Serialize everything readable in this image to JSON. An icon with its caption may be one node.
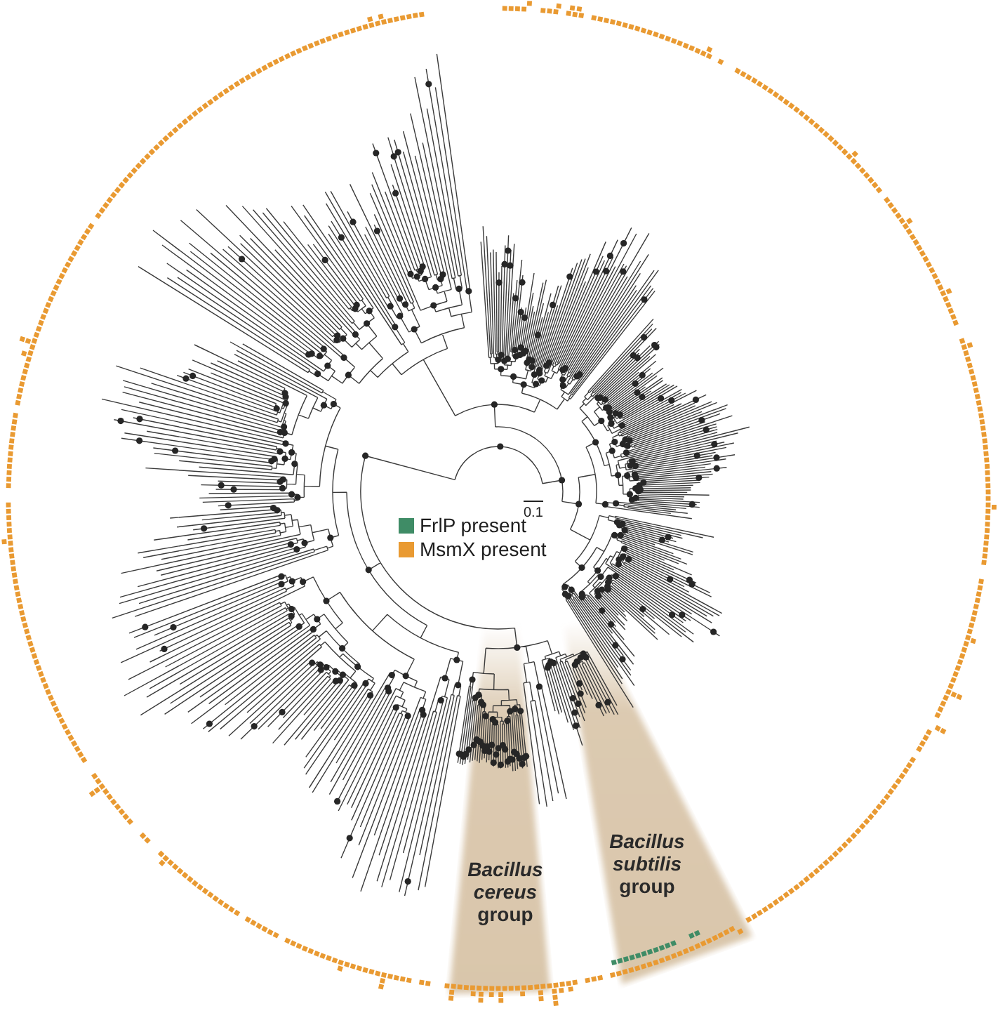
{
  "diagram": {
    "nodes": [
      {
        "text": [
          "*Bacillus cereus* group"
        ]
      },
      {
        "text": [
          "*Bacillus subtilis* group"
        ]
      }
    ],
    "labels": [
      "0.1"
    ],
    "legend": [
      {
        "text": "FrlP present",
        "color": "#3f8c66"
      },
      {
        "text": "MsmX present",
        "color": "#e99a32"
      }
    ]
  }
}
